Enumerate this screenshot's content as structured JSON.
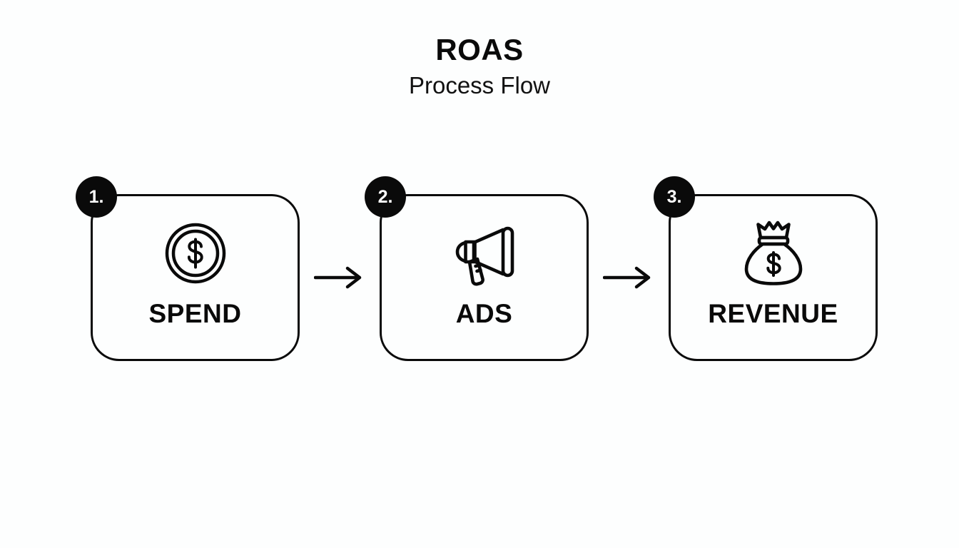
{
  "header": {
    "title": "ROAS",
    "subtitle": "Process Flow"
  },
  "colors": {
    "background": "#fdfefe",
    "stroke": "#0a0a0a",
    "badge_background": "#0a0a0a",
    "badge_text": "#ffffff"
  },
  "flow": {
    "steps": [
      {
        "badge": "1.",
        "label": "SPEND",
        "icon": "coin-dollar-icon"
      },
      {
        "badge": "2.",
        "label": "ADS",
        "icon": "megaphone-icon"
      },
      {
        "badge": "3.",
        "label": "REVENUE",
        "icon": "money-bag-icon"
      }
    ],
    "connectors": [
      {
        "icon": "arrow-right-icon"
      },
      {
        "icon": "arrow-right-icon"
      }
    ]
  }
}
